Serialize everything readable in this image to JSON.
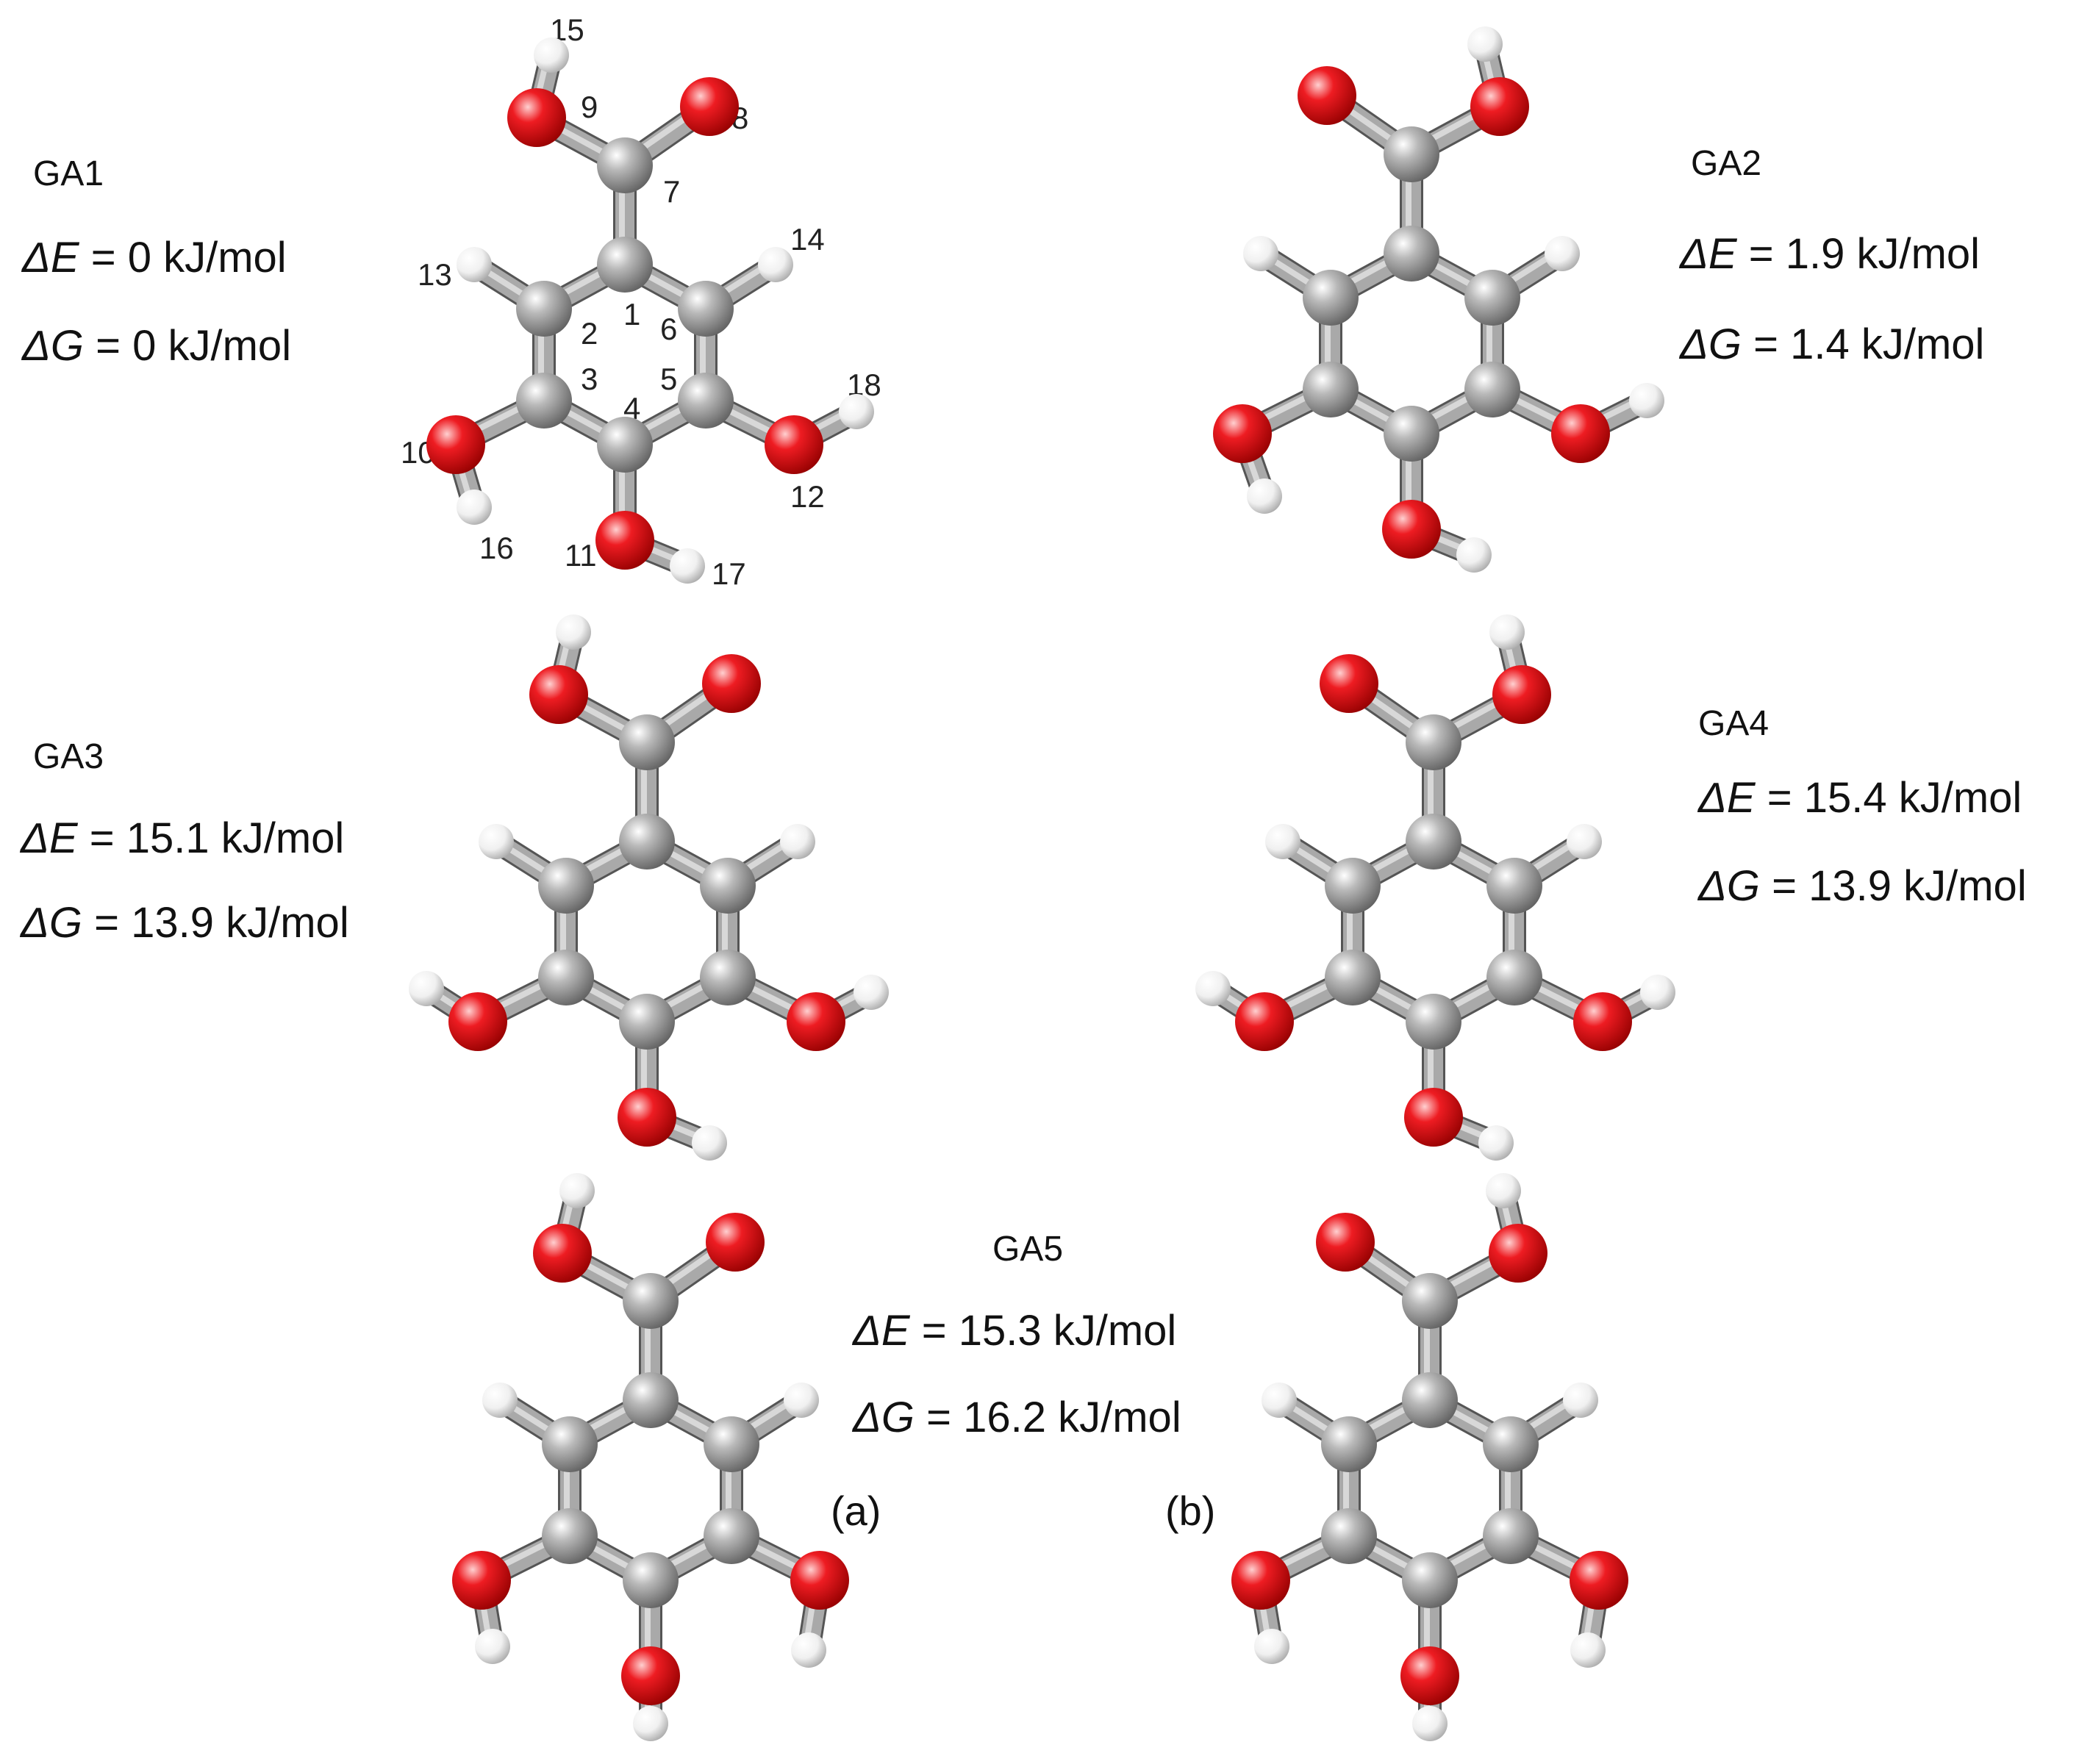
{
  "colors": {
    "carbon": "#9b9b9b",
    "oxygen": "#e8151b",
    "hydrogen": "#f2f2f2",
    "background": "#ffffff",
    "text": "#111111"
  },
  "atom_colors_by_element": {
    "C": "carbon",
    "O": "oxygen",
    "H": "hydrogen"
  },
  "conformers": [
    {
      "id": "ga1",
      "name": "GA1",
      "dE_symbol": "ΔE",
      "dE_value": " = 0 kJ/mol",
      "dG_symbol": "ΔG",
      "dG_value": " = 0 kJ/mol"
    },
    {
      "id": "ga2",
      "name": "GA2",
      "dE_symbol": "ΔE",
      "dE_value": " = 1.9 kJ/mol",
      "dG_symbol": "ΔG",
      "dG_value": " = 1.4 kJ/mol"
    },
    {
      "id": "ga3",
      "name": "GA3",
      "dE_symbol": "ΔE",
      "dE_value": " = 15.1 kJ/mol",
      "dG_symbol": "ΔG",
      "dG_value": " = 13.9 kJ/mol"
    },
    {
      "id": "ga4",
      "name": "GA4",
      "dE_symbol": "ΔE",
      "dE_value": " = 15.4 kJ/mol",
      "dG_symbol": "ΔG",
      "dG_value": " = 13.9 kJ/mol"
    },
    {
      "id": "ga5",
      "name": "GA5",
      "dE_symbol": "ΔE",
      "dE_value": " = 15.3 kJ/mol",
      "dG_symbol": "ΔG",
      "dG_value": " = 16.2 kJ/mol"
    }
  ],
  "panel_labels": {
    "a": "(a)",
    "b": "(b)"
  },
  "atom_numbering": {
    "a1": "1",
    "a2": "2",
    "a3": "3",
    "a4": "4",
    "a5": "5",
    "a6": "6",
    "a7": "7",
    "a8": "8",
    "a9": "9",
    "a10": "10",
    "a11": "11",
    "a12": "12",
    "a13": "13",
    "a14": "14",
    "a15": "15",
    "a16": "16",
    "a17": "17",
    "a18": "18"
  }
}
